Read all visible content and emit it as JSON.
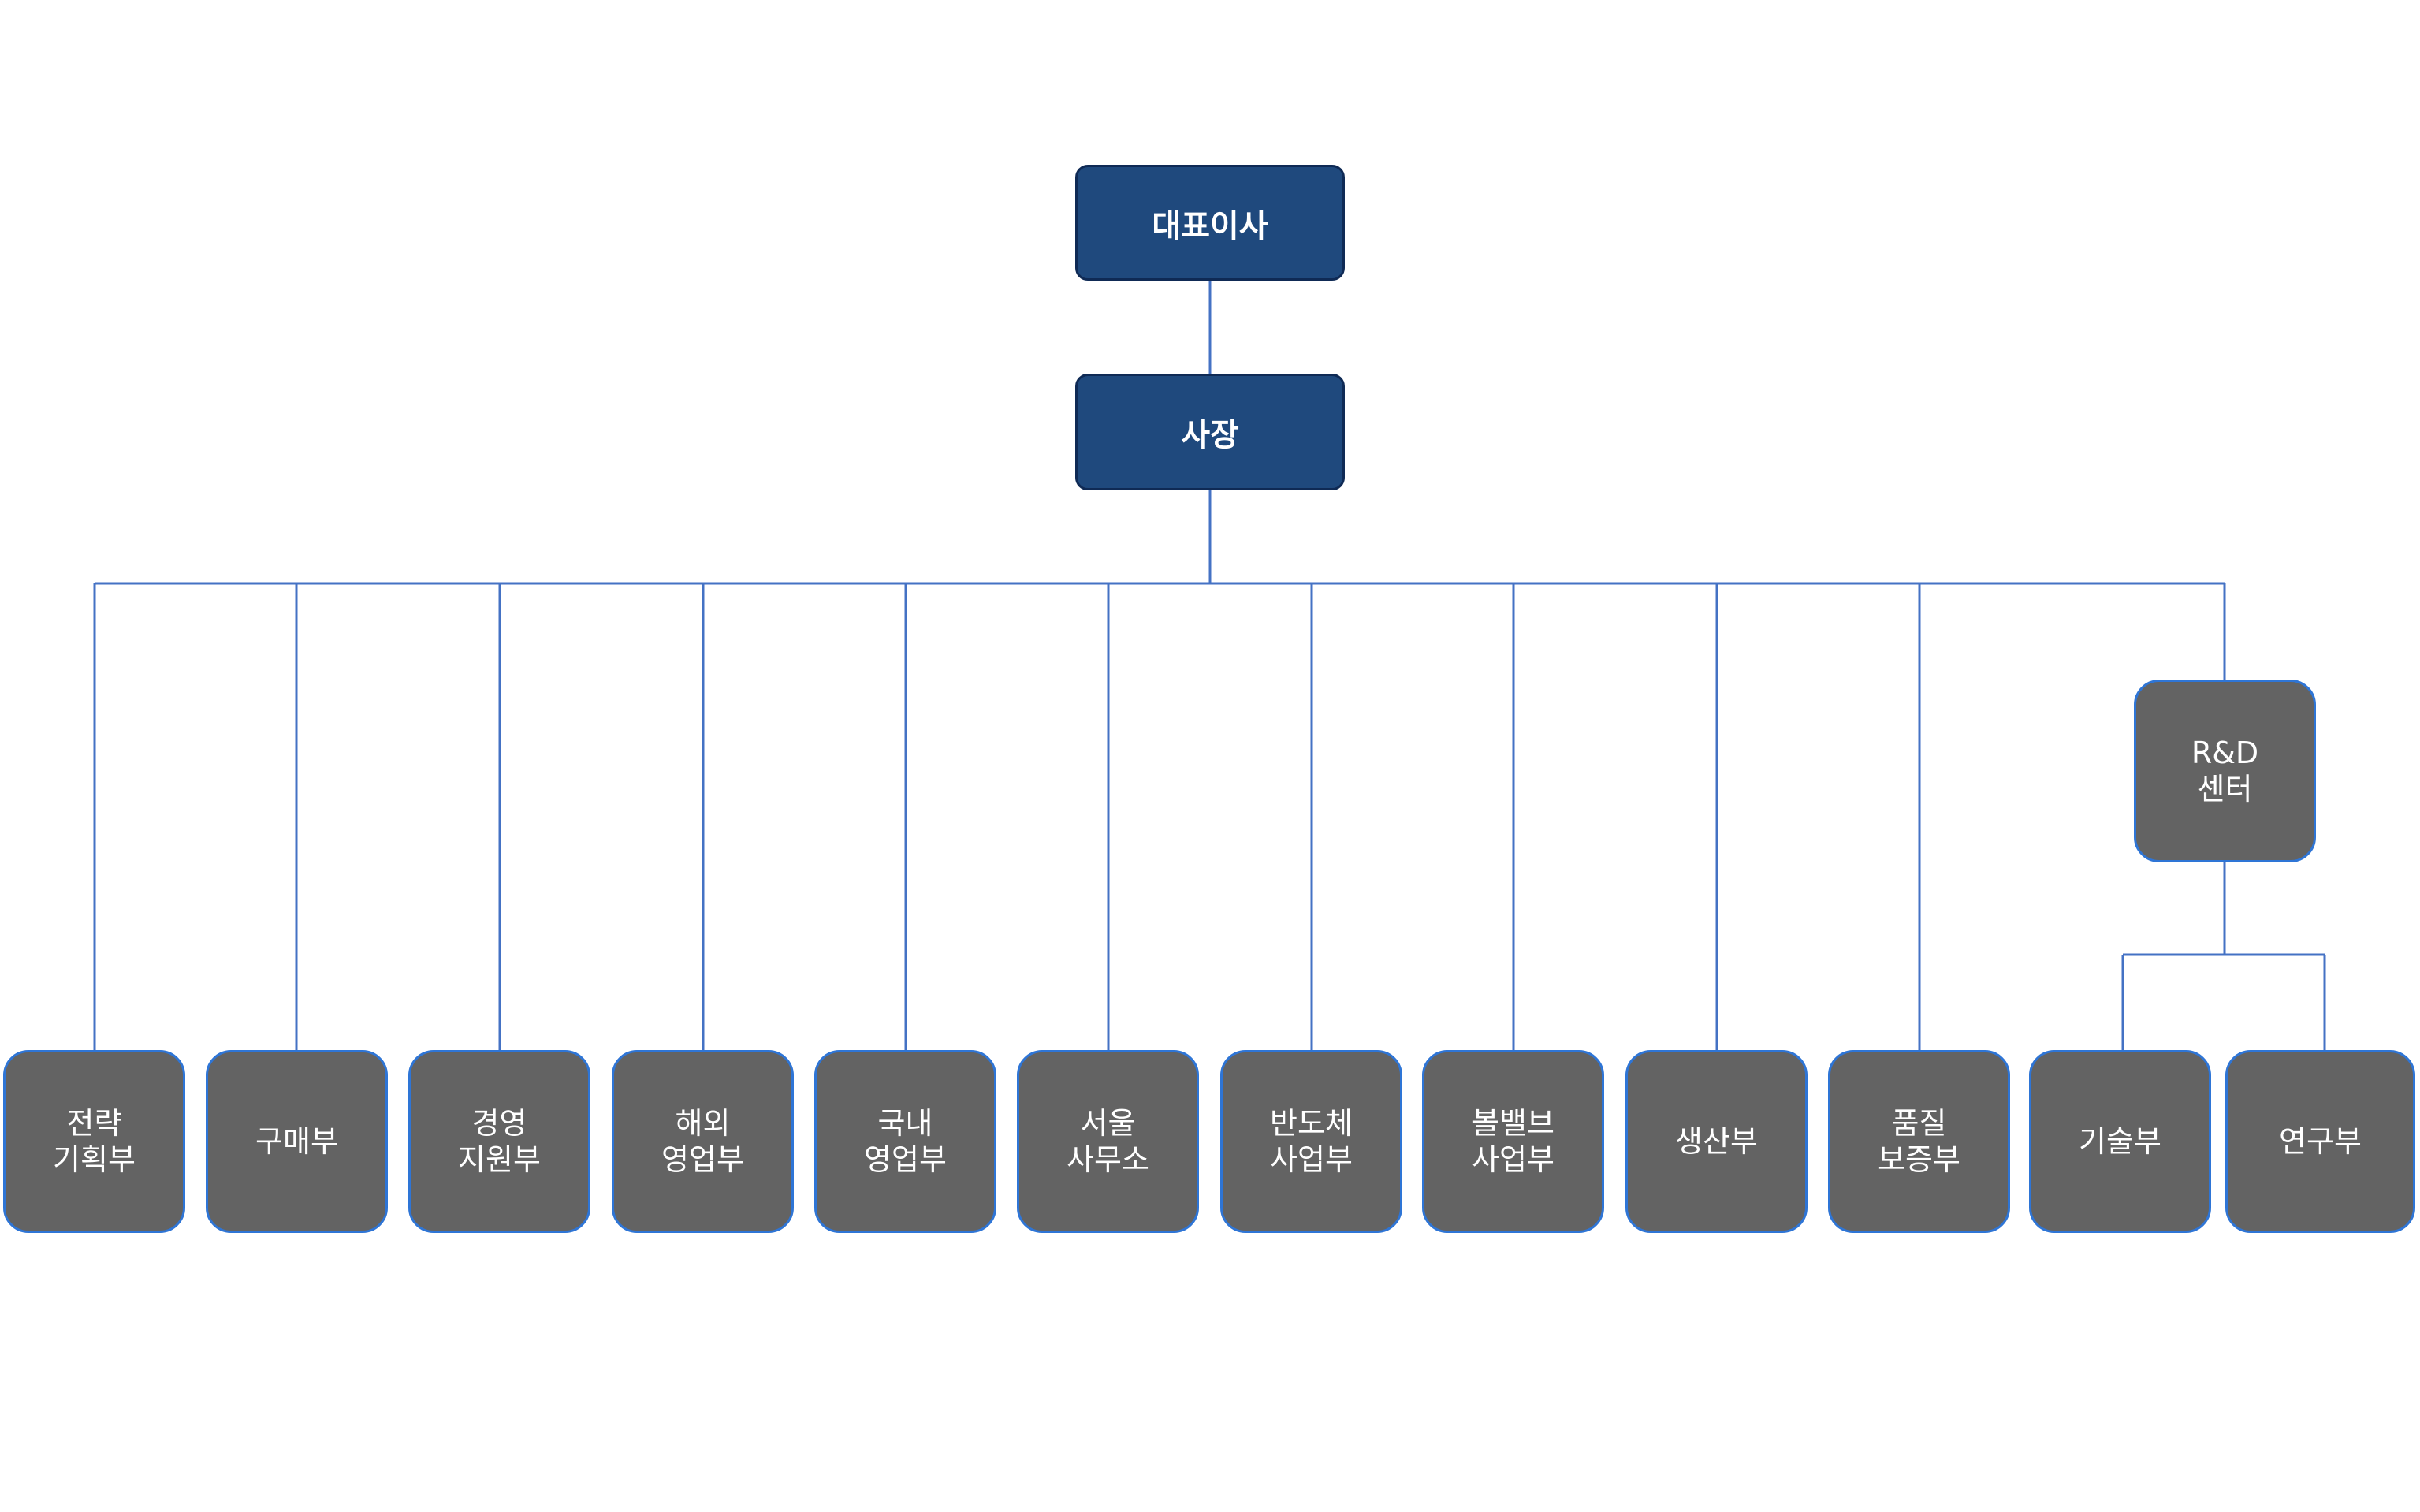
{
  "org_chart": {
    "colors": {
      "executive_fill": "#1f497d",
      "department_fill": "#636363",
      "connector": "#4472c4"
    },
    "ceo": {
      "label": "대표이사"
    },
    "president": {
      "label": "사장"
    },
    "departments": [
      {
        "label": "전략\n기획부"
      },
      {
        "label": "구매부"
      },
      {
        "label": "경영\n지원부"
      },
      {
        "label": "해외\n영업부"
      },
      {
        "label": "국내\n영업부"
      },
      {
        "label": "서울\n사무소"
      },
      {
        "label": "반도체\n사업부"
      },
      {
        "label": "볼밸브\n사업부"
      },
      {
        "label": "생산부"
      },
      {
        "label": "품질\n보증부"
      }
    ],
    "rnd_center": {
      "label": "R&D\n센터",
      "children": [
        {
          "label": "기술부"
        },
        {
          "label": "연구부"
        }
      ]
    }
  }
}
